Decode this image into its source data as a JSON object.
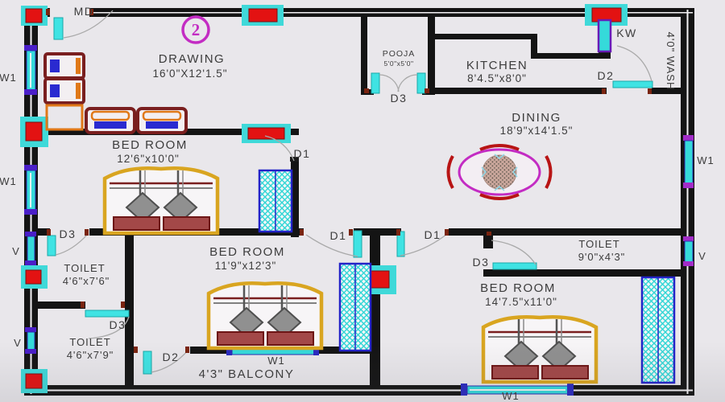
{
  "sheet": {
    "number": "2"
  },
  "rooms": {
    "drawing": {
      "name": "DRAWING",
      "dims": "16'0\"X12'1.5\""
    },
    "pooja": {
      "name": "POOJA",
      "dims": "5'0\"x5'0\""
    },
    "kitchen": {
      "name": "KITCHEN",
      "dims": "8'4.5\"x8'0\""
    },
    "dining": {
      "name": "DINING",
      "dims": "18'9\"x14'1.5\""
    },
    "bedroom1": {
      "name": "BED ROOM",
      "dims": "12'6\"x10'0\""
    },
    "bedroom2": {
      "name": "BED ROOM",
      "dims": "11'9\"x12'3\""
    },
    "bedroom3": {
      "name": "BED ROOM",
      "dims": "14'7.5\"x11'0\""
    },
    "toilet1": {
      "name": "TOILET",
      "dims": "4'6\"x7'6\""
    },
    "toilet2": {
      "name": "TOILET",
      "dims": "4'6\"x7'9\""
    },
    "toilet3": {
      "name": "TOILET",
      "dims": "9'0\"x4'3\""
    },
    "balcony": {
      "name": "4'3\" BALCONY"
    },
    "wash": {
      "name": "4'0\" WASH"
    }
  },
  "openings": {
    "main_door": "MD",
    "door1": "D1",
    "door2": "D2",
    "door3": "D3",
    "window1": "W1",
    "ventilator": "V",
    "kitchen_window": "KW"
  },
  "colors": {
    "wall": "#141414",
    "window_cyan": "#35dada",
    "window_red": "#e31212",
    "accent_magenta": "#c32cc3",
    "furniture_maroon": "#7a1f1f",
    "bed_frame_yellow": "#d9a520",
    "wardrobe_blue": "#2323c8",
    "text": "#3c3c3c",
    "background": "#e9e7eb"
  }
}
